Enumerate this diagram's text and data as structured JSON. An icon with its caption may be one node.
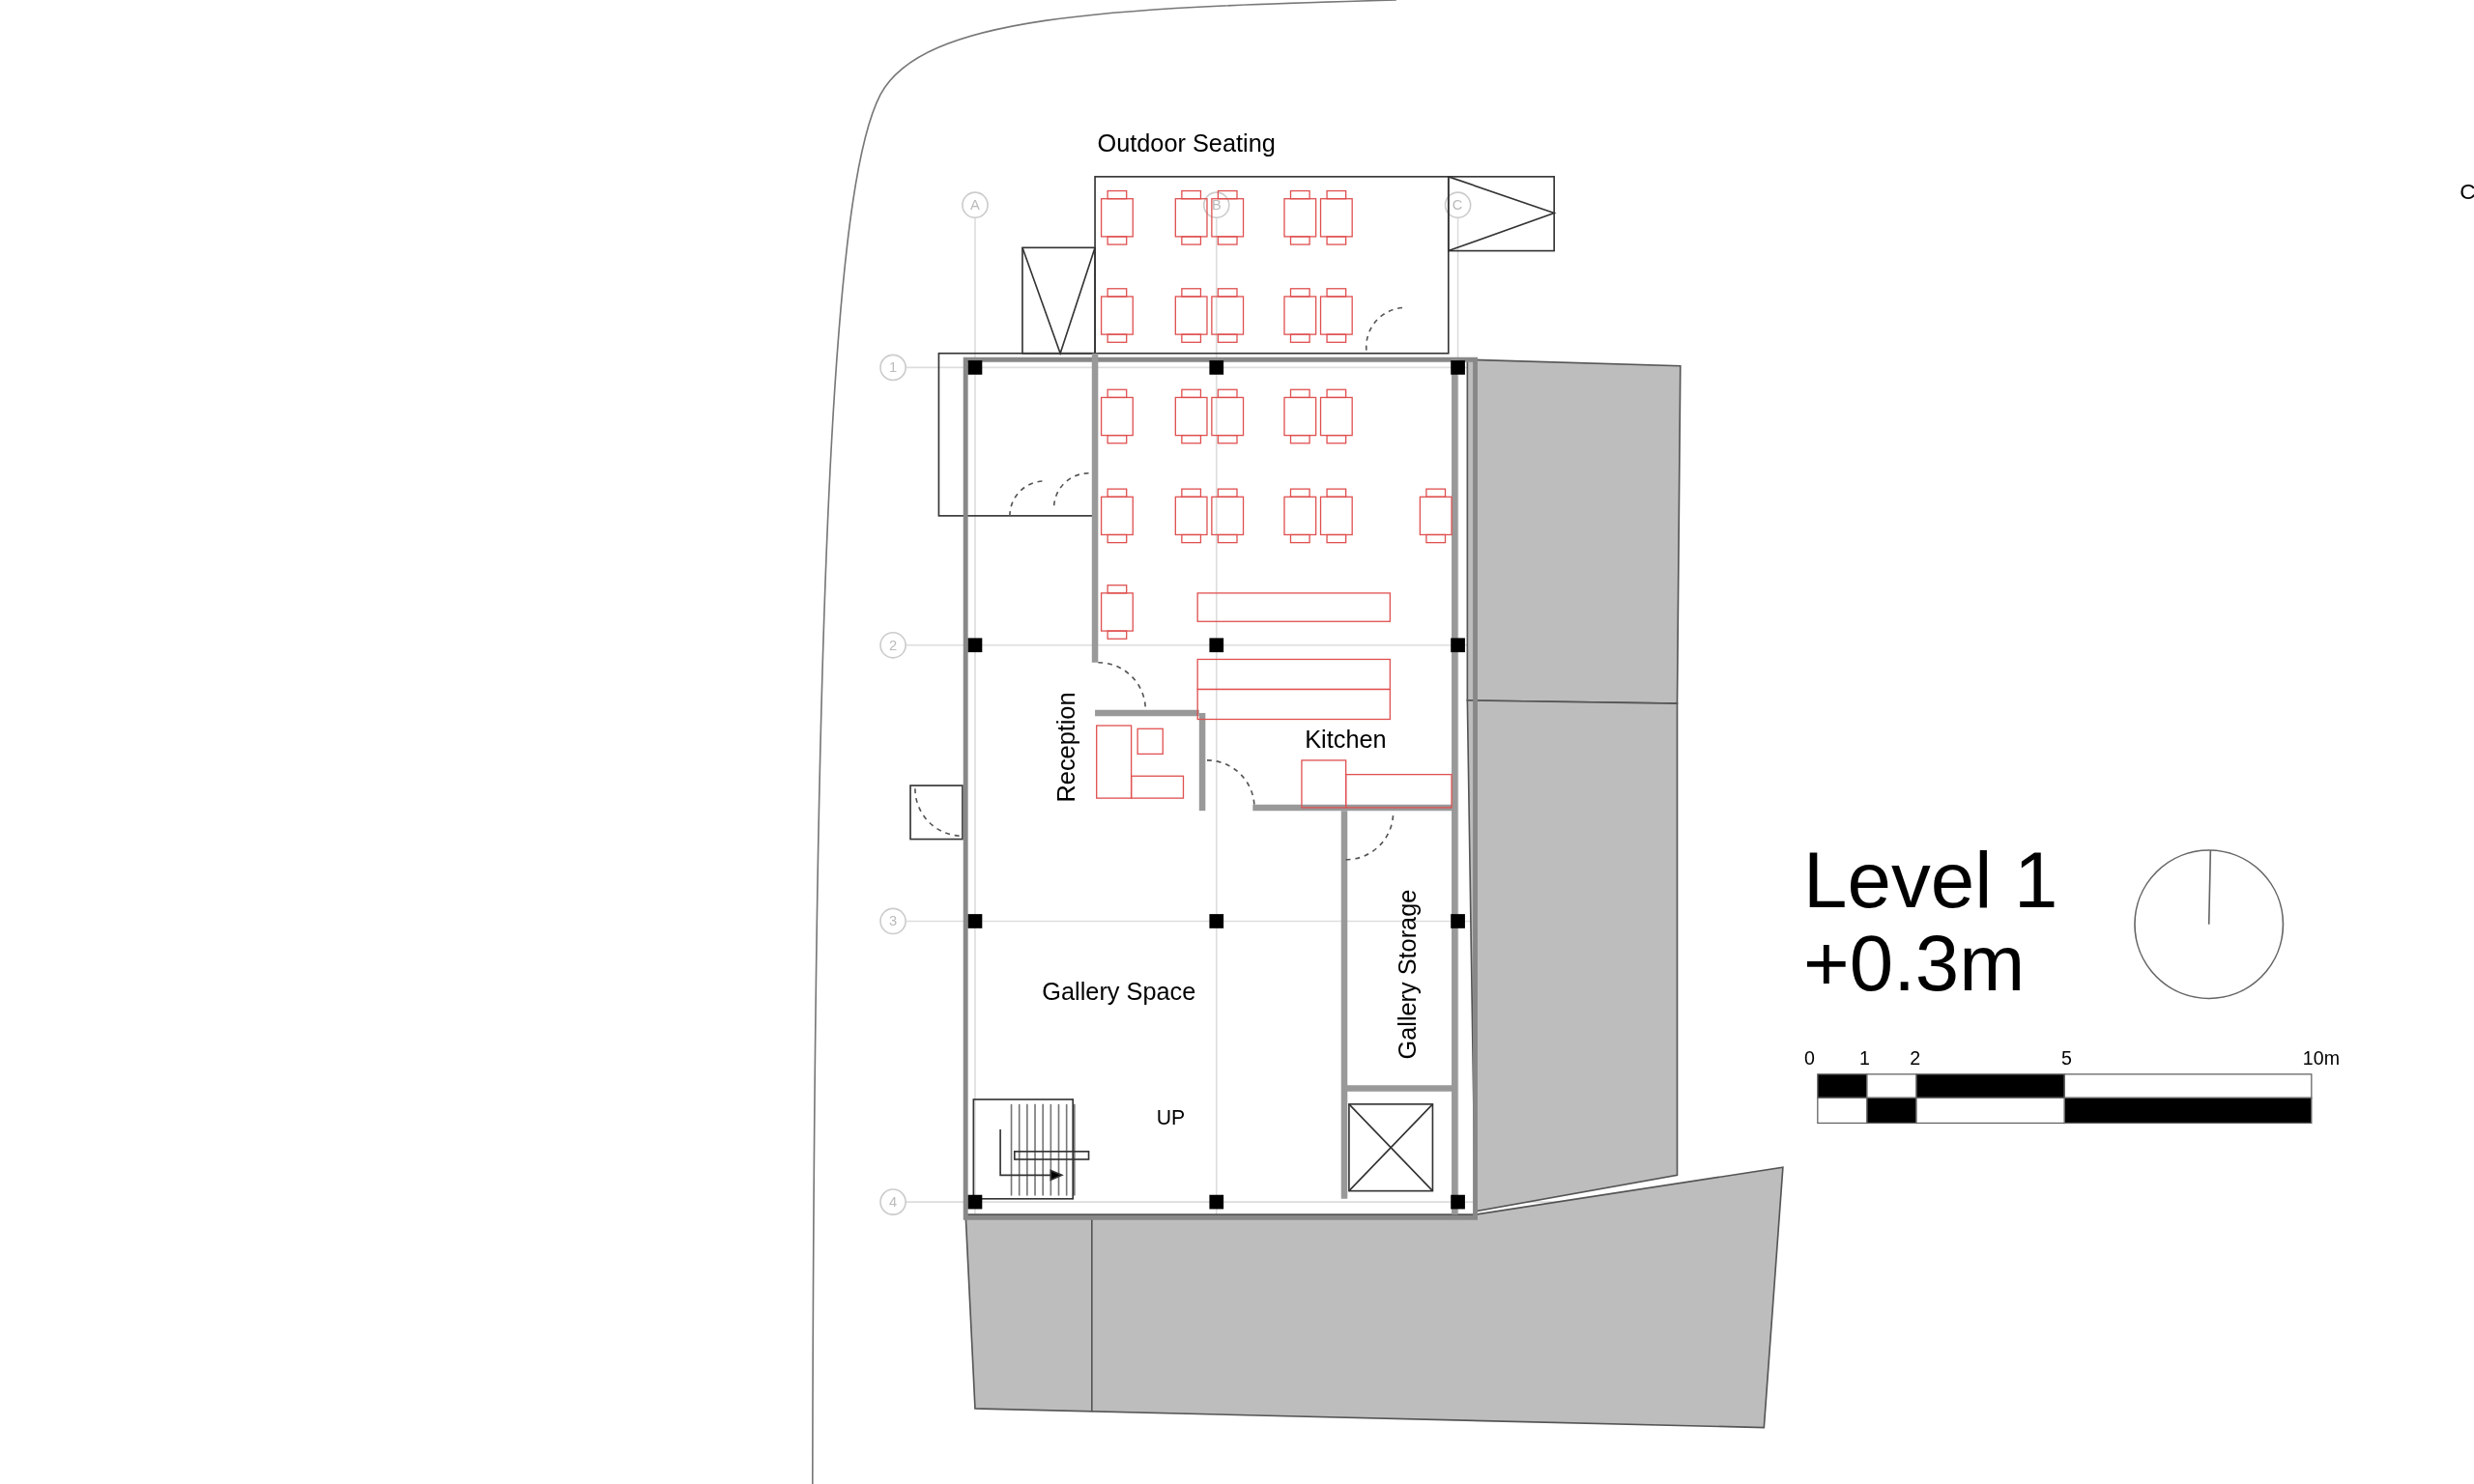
{
  "diagram": {
    "title": "Level 1 +0.3m",
    "nodes": [
      {
        "text": [
          "Outdoor Seating"
        ]
      },
      {
        "text": [
          "Reception"
        ]
      },
      {
        "text": [
          "Kitchen"
        ]
      },
      {
        "text": [
          "Gallery Space"
        ]
      },
      {
        "text": [
          "Gallery Storage"
        ]
      }
    ],
    "labels": [
      "A",
      "B",
      "C",
      "C",
      "1",
      "2",
      "3",
      "4",
      "UP",
      "0",
      "1",
      "2",
      "5",
      "10m"
    ]
  }
}
